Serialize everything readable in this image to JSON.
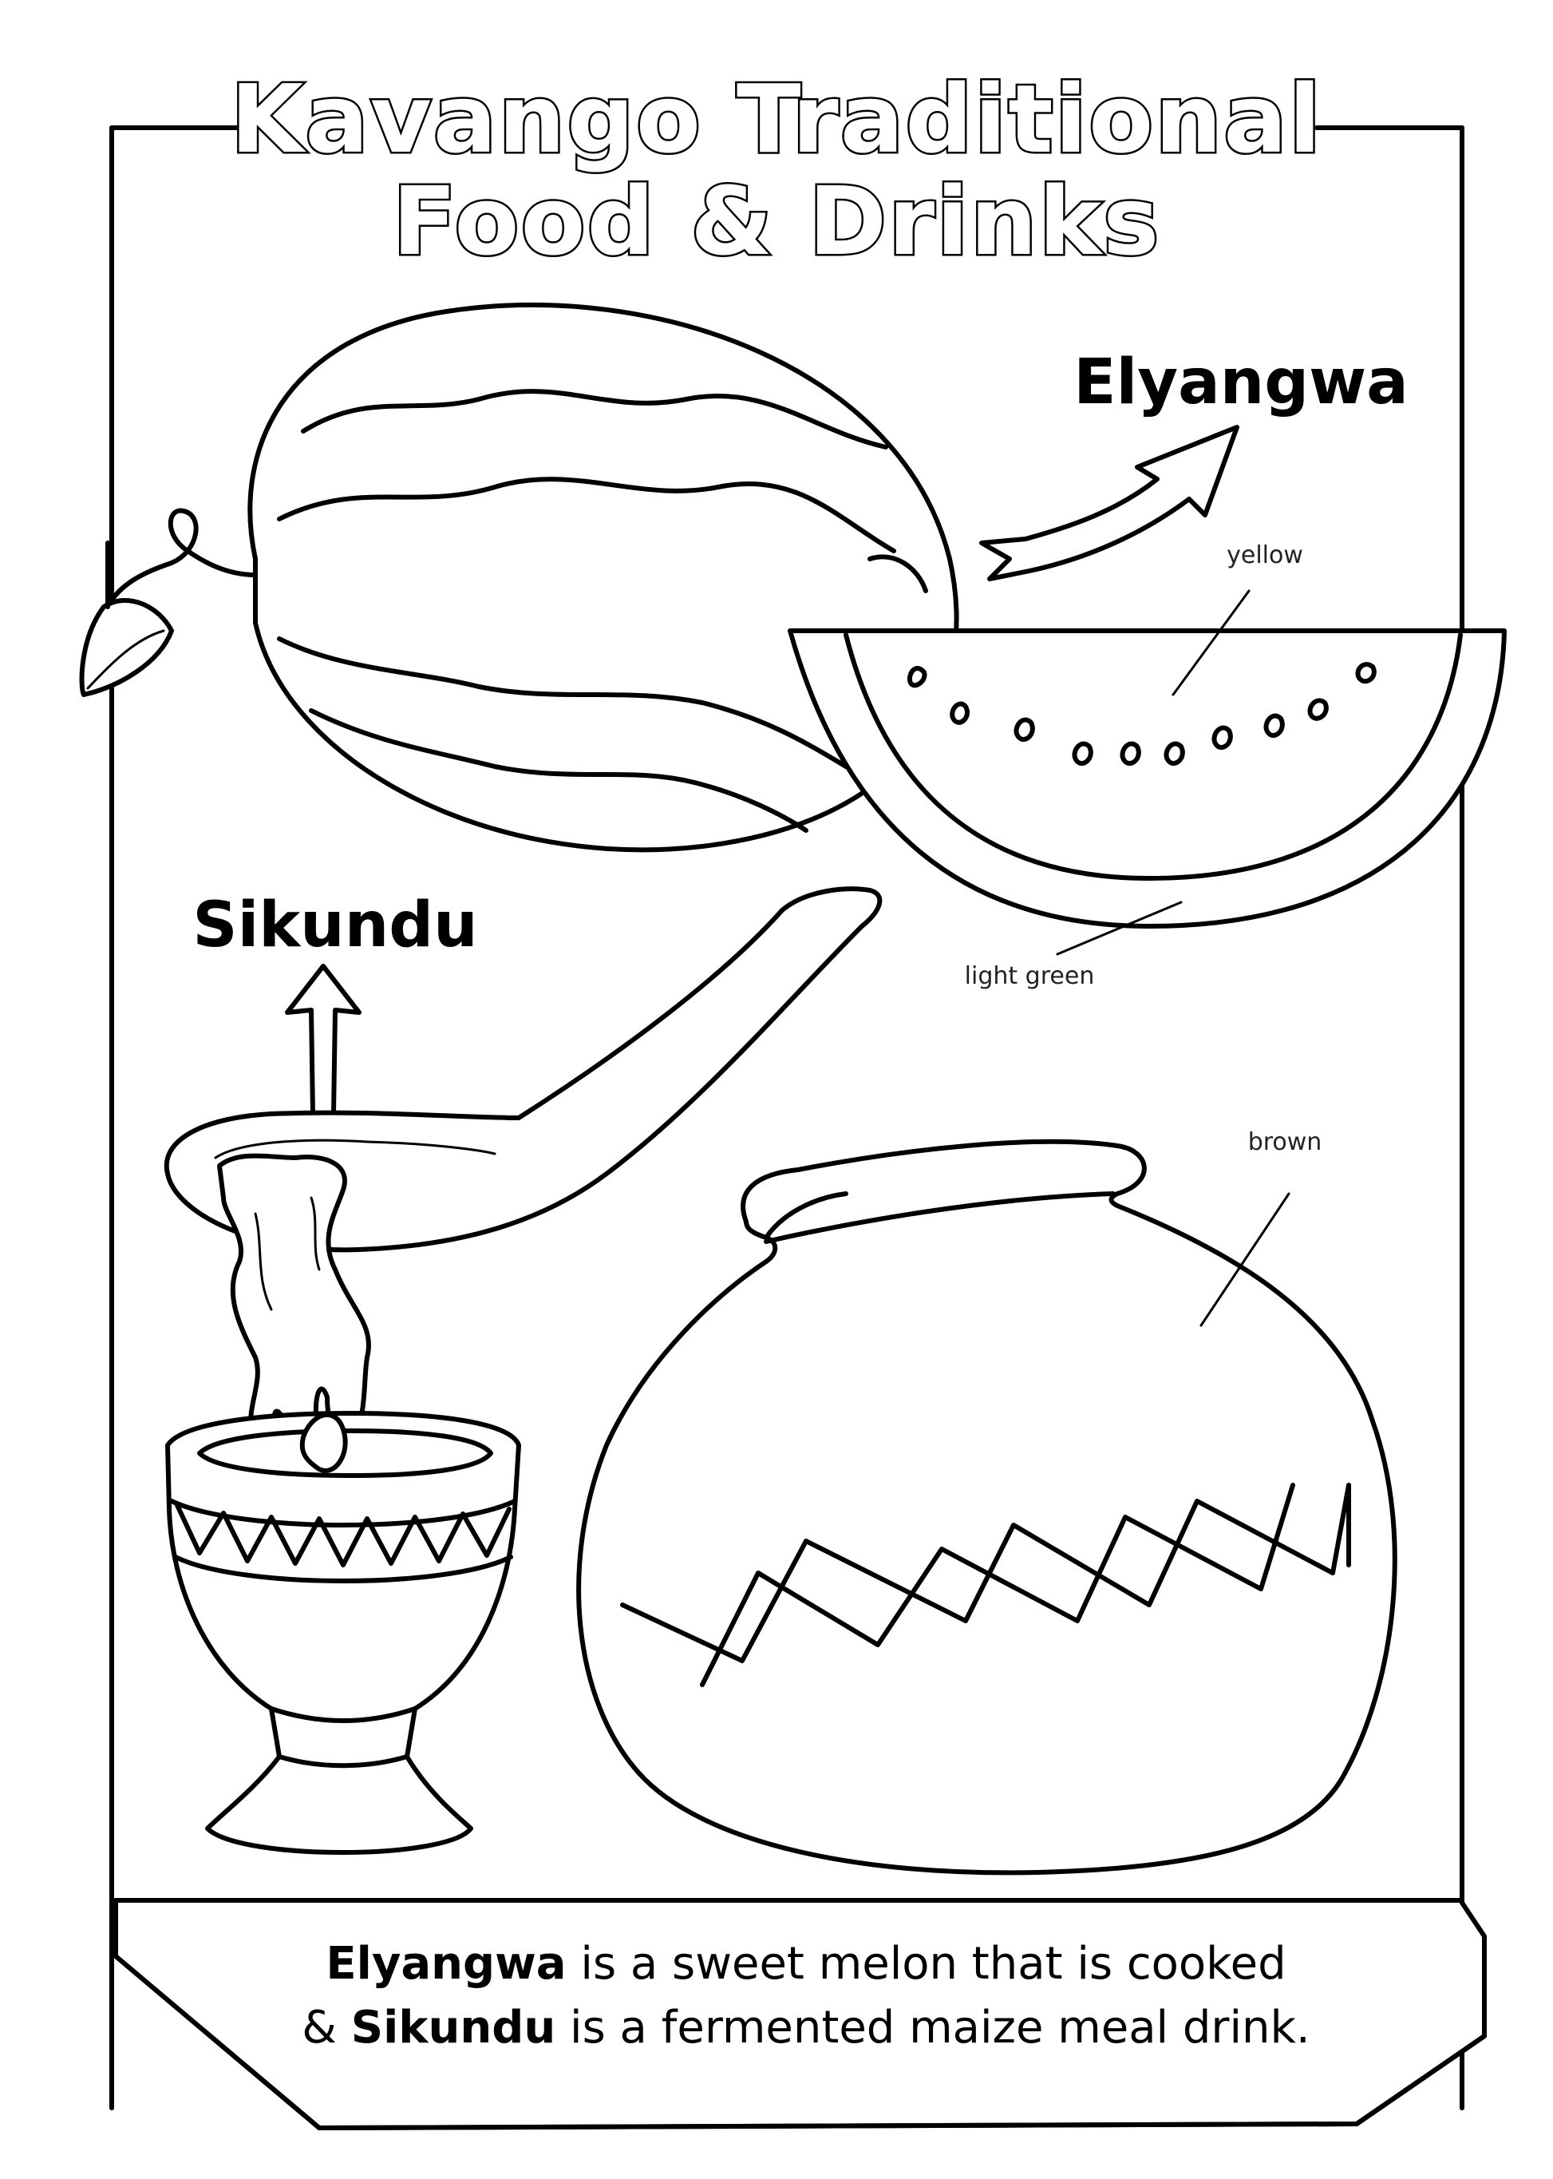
{
  "title": {
    "line1": "Kavango Traditional",
    "line2": "Food & Drinks"
  },
  "labels": {
    "elyangwa": "Elyangwa",
    "sikundu": "Sikundu",
    "yellow": "yellow",
    "light_green": "light green",
    "brown": "brown"
  },
  "caption": {
    "line1_bold": "Elyangwa",
    "line1_rest": " is a sweet melon that is cooked",
    "line2_pre": "& ",
    "line2_bold": "Sikundu",
    "line2_rest": " is a fermented maize meal drink."
  }
}
